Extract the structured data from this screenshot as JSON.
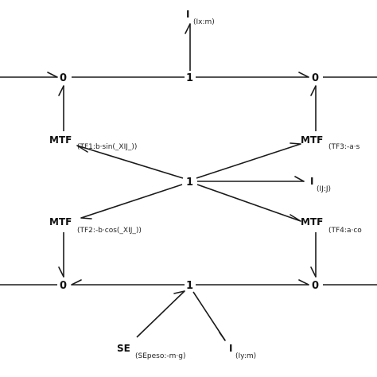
{
  "junctions": {
    "top_left_zero": "0",
    "top_one": "1",
    "top_right_zero": "0",
    "center_one": "1",
    "bottom_left_zero": "0",
    "bottom_one": "1",
    "bottom_right_zero": "0"
  },
  "elements": {
    "inertia_x": {
      "main": "I",
      "sub": "(Ix:m)"
    },
    "mtf1": {
      "main": "MTF",
      "sub": "(TF1:b·sin(_XIJ_))"
    },
    "mtf3": {
      "main": "MTF",
      "sub": "(TF3:-a·s"
    },
    "inertia_j": {
      "main": "I",
      "sub": "(IJ:J)"
    },
    "mtf2": {
      "main": "MTF",
      "sub": "(TF2:-b·cos(_XIJ_))"
    },
    "mtf4": {
      "main": "MTF",
      "sub": "(TF4:a·co"
    },
    "gravity_se": {
      "main": "SE",
      "sub": "(SEpeso:-m·g)"
    },
    "inertia_y": {
      "main": "I",
      "sub": "(Iy:m)"
    }
  },
  "colors": {
    "stroke": "#1a1a1a",
    "text": "#111111",
    "background": "#ffffff"
  }
}
